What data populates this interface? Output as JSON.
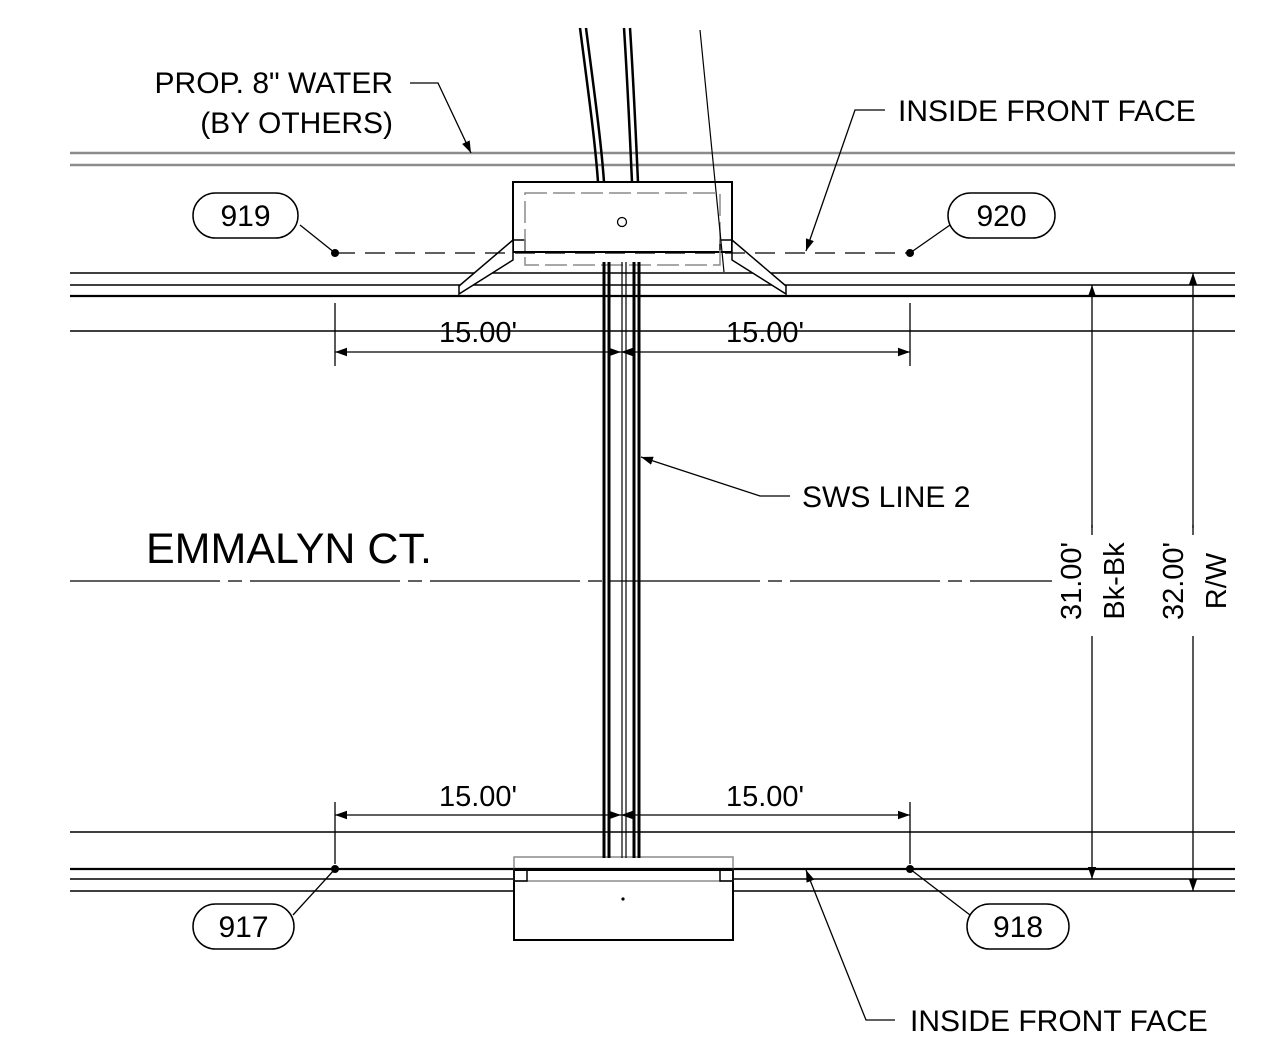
{
  "labels": {
    "water_line1": "PROP. 8\" WATER",
    "water_line2": "(BY OTHERS)",
    "inside_face_top": "INSIDE FRONT FACE",
    "inside_face_bottom": "INSIDE FRONT FACE",
    "pipe_label": "SWS LINE 2",
    "street_name": "EMMALYN CT."
  },
  "points": {
    "p919": "919",
    "p920": "920",
    "p917": "917",
    "p918": "918"
  },
  "dimensions": {
    "top_left": "15.00'",
    "top_right": "15.00'",
    "bottom_left": "15.00'",
    "bottom_right": "15.00'",
    "bk_value": "31.00'",
    "bk_label": "Bk-Bk",
    "rw_value": "32.00'",
    "rw_label": "R/W"
  },
  "colors": {
    "line": "#000000",
    "gray_line": "#8c8c8c",
    "background": "#ffffff"
  }
}
